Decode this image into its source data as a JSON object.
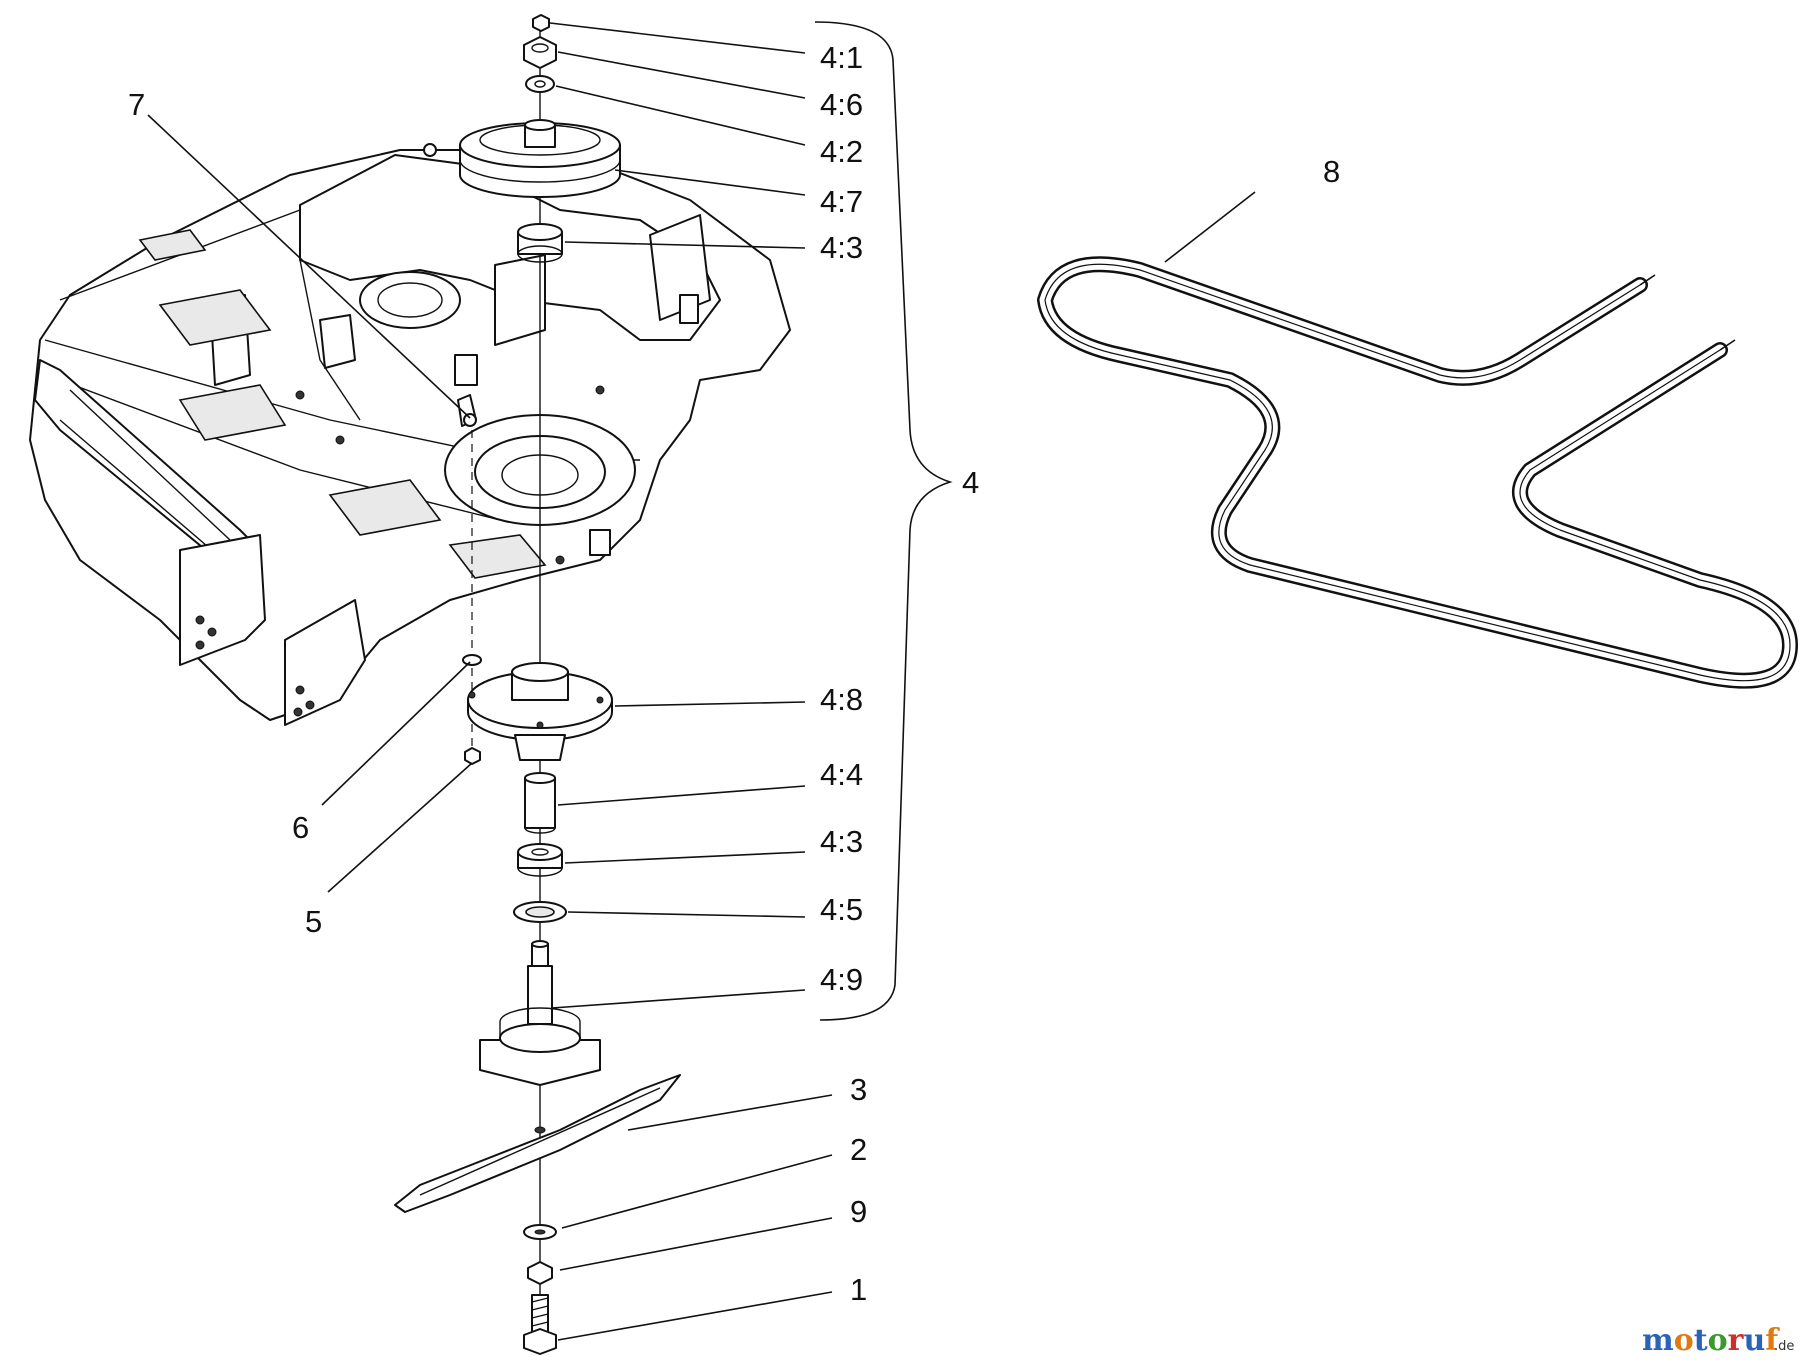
{
  "callouts": {
    "c4_1": "4:1",
    "c4_6": "4:6",
    "c4_2": "4:2",
    "c4_7": "4:7",
    "c4_3_top": "4:3",
    "c4_8": "4:8",
    "c4_4": "4:4",
    "c4_3_bottom": "4:3",
    "c4_5": "4:5",
    "c4_9": "4:9",
    "c4": "4",
    "c7": "7",
    "c8": "8",
    "c6": "6",
    "c5": "5",
    "c3": "3",
    "c2": "2",
    "c9": "9",
    "c1": "1"
  },
  "watermark": {
    "word": "motoruf",
    "suffix": ".de",
    "colors": [
      "#2a62b8",
      "#e07a10",
      "#2a62b8",
      "#3b9a2c",
      "#c8322a",
      "#2a62b8",
      "#e07a10"
    ]
  }
}
